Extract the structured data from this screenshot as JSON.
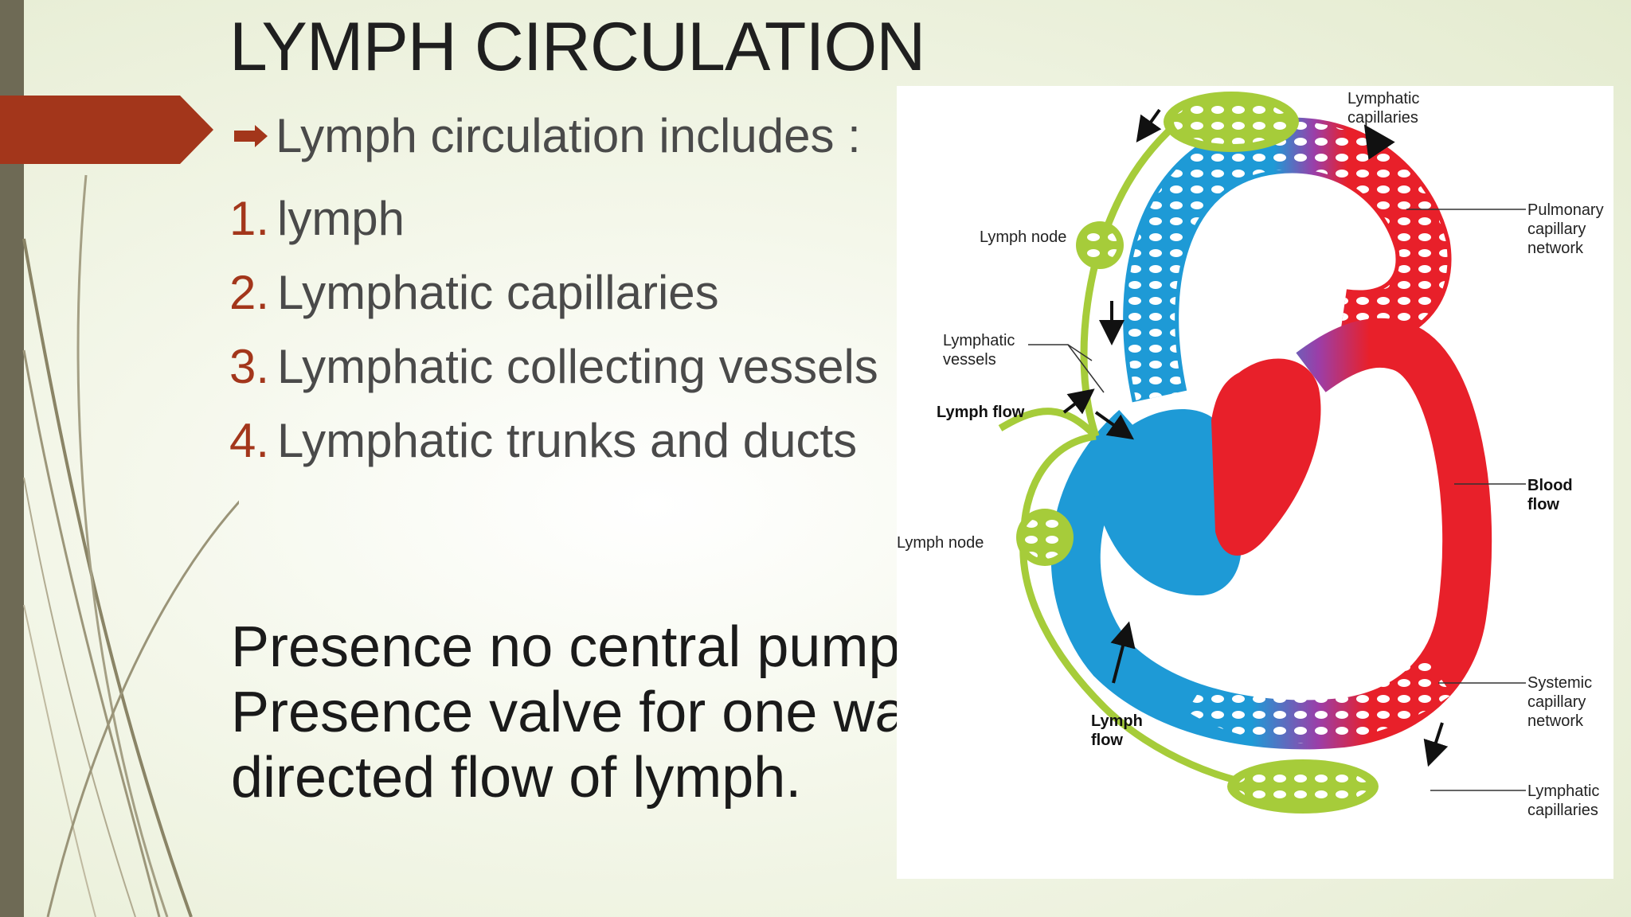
{
  "slide": {
    "title": "LYMPH CIRCULATION",
    "intro": "Lymph circulation includes :",
    "items": [
      {
        "num": "1.",
        "text": "lymph"
      },
      {
        "num": "2.",
        "text": "Lymphatic  capillaries"
      },
      {
        "num": "3.",
        "text": "Lymphatic collecting vessels"
      },
      {
        "num": "4.",
        "text": "Lymphatic trunks and ducts"
      }
    ],
    "note_lines": [
      "Presence no central pump.",
      "Presence valve for one way",
      "directed flow of lymph."
    ]
  },
  "diagram": {
    "labels": {
      "lymphatic_capillaries_top_1": "Lymphatic",
      "lymphatic_capillaries_top_2": "capillaries",
      "pulmonary_1": "Pulmonary",
      "pulmonary_2": "capillary",
      "pulmonary_3": "network",
      "lymph_node_top": "Lymph node",
      "lymphatic_vessels_1": "Lymphatic",
      "lymphatic_vessels_2": "vessels",
      "lymph_flow_mid": "Lymph flow",
      "blood_flow_1": "Blood",
      "blood_flow_2": "flow",
      "lymph_node_bottom": "Lymph node",
      "systemic_1": "Systemic",
      "systemic_2": "capillary",
      "systemic_3": "network",
      "lymph_flow_bottom_1": "Lymph",
      "lymph_flow_bottom_2": "flow",
      "lymphatic_capillaries_bottom_1": "Lymphatic",
      "lymphatic_capillaries_bottom_2": "capillaries"
    }
  },
  "colors": {
    "accent_red": "#a3361b",
    "lymph_green": "#a6cc3a",
    "venous_blue": "#1e9ad6",
    "arterial_red": "#e8202a",
    "mix_purple": "#9b3ea8"
  }
}
